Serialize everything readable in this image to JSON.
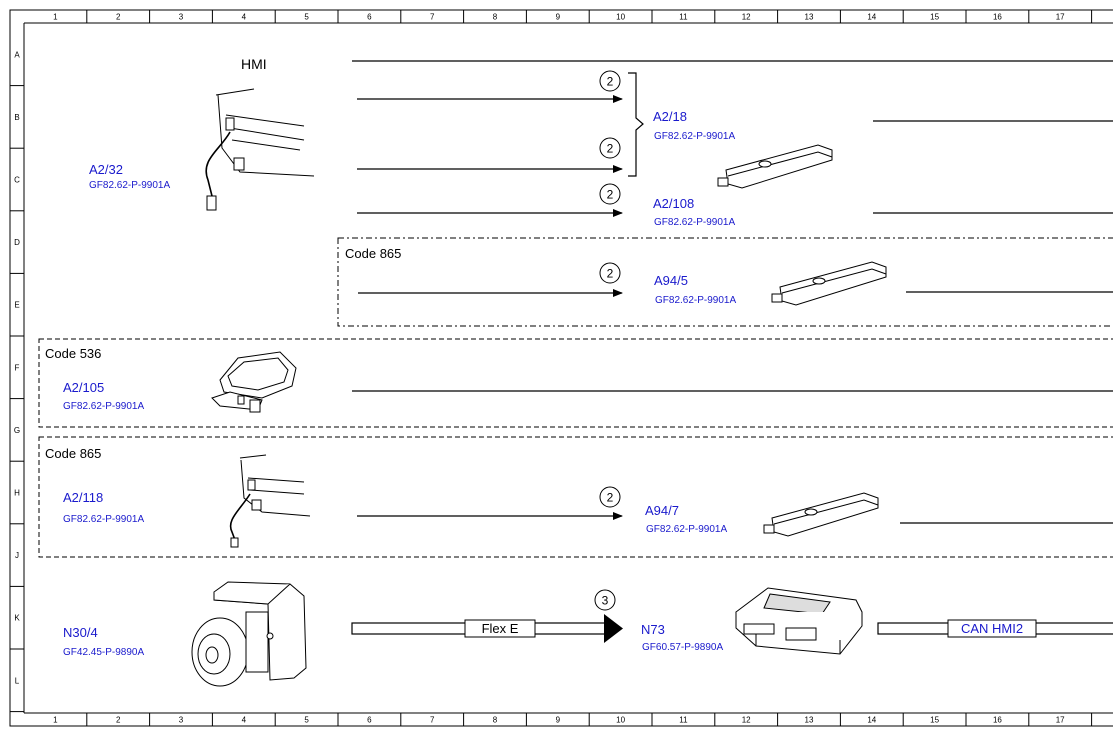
{
  "grid": {
    "columns": [
      "1",
      "2",
      "3",
      "4",
      "5",
      "6",
      "7",
      "8",
      "9",
      "10",
      "11",
      "12",
      "13",
      "14",
      "15",
      "16",
      "17"
    ],
    "rows": [
      "A",
      "B",
      "C",
      "D",
      "E",
      "F",
      "G",
      "H",
      "J",
      "K",
      "L"
    ]
  },
  "sections": {
    "hmi_title": "HMI",
    "code865_top": "Code 865",
    "code536": "Code 536",
    "code865_bottom": "Code 865"
  },
  "components": {
    "a2_32": {
      "id": "A2/32",
      "ref": "GF82.62-P-9901A"
    },
    "a2_18": {
      "id": "A2/18",
      "ref": "GF82.62-P-9901A"
    },
    "a2_108": {
      "id": "A2/108",
      "ref": "GF82.62-P-9901A"
    },
    "a94_5": {
      "id": "A94/5",
      "ref": "GF82.62-P-9901A"
    },
    "a2_105": {
      "id": "A2/105",
      "ref": "GF82.62-P-9901A"
    },
    "a2_118": {
      "id": "A2/118",
      "ref": "GF82.62-P-9901A"
    },
    "a94_7": {
      "id": "A94/7",
      "ref": "GF82.62-P-9901A"
    },
    "n30_4": {
      "id": "N30/4",
      "ref": "GF42.45-P-9890A"
    },
    "n73": {
      "id": "N73",
      "ref": "GF60.57-P-9890A"
    }
  },
  "markers": {
    "m1": "2",
    "m2": "2",
    "m3": "2",
    "m4": "2",
    "m5": "2",
    "m6": "3"
  },
  "buses": {
    "flex_e": "Flex E",
    "can_hmi2": "CAN HMI2"
  },
  "colors": {
    "label": "#1a1acc",
    "ink": "#000000"
  }
}
